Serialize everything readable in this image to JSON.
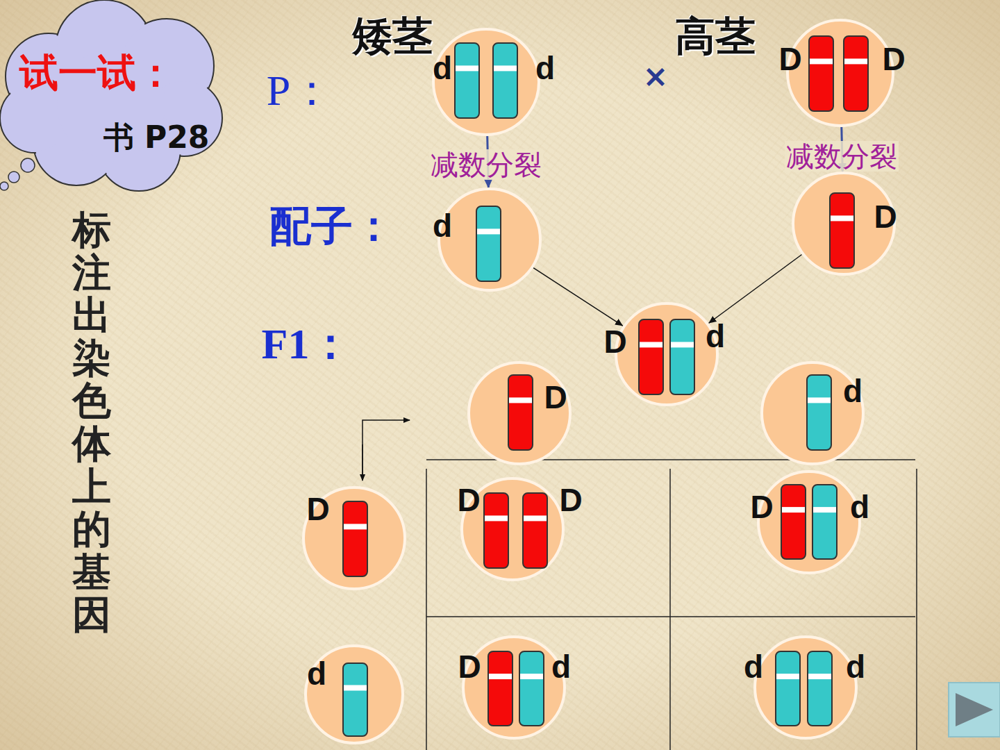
{
  "diagram": {
    "nodes": [
      {
        "text": [
          "试一试：",
          "书 P28"
        ]
      },
      {
        "text": [
          "矮茎",
          "d",
          "d"
        ]
      },
      {
        "text": [
          "高茎",
          "D",
          "D"
        ]
      },
      {
        "text": [
          "d"
        ]
      },
      {
        "text": [
          "D"
        ]
      },
      {
        "text": [
          "D",
          "d"
        ]
      },
      {
        "text": [
          "D"
        ]
      },
      {
        "text": [
          "d"
        ]
      },
      {
        "text": [
          "D"
        ]
      },
      {
        "text": [
          "d"
        ]
      },
      {
        "text": [
          "D",
          "D"
        ]
      },
      {
        "text": [
          "D",
          "d"
        ]
      },
      {
        "text": [
          "D",
          "d"
        ]
      },
      {
        "text": [
          "d",
          "d"
        ]
      }
    ],
    "edges": [
      {
        "from": 1,
        "to": 3,
        "label": "减数分裂",
        "arrow": "to"
      },
      {
        "from": 2,
        "to": 4,
        "label": "减数分裂",
        "arrow": "to"
      },
      {
        "from": 3,
        "to": 5,
        "arrow": "to"
      },
      {
        "from": 4,
        "to": 5,
        "arrow": "to"
      }
    ],
    "labels": [
      "P：",
      "×",
      "配子：",
      "F1：",
      "标注出染色体上的基因"
    ]
  }
}
